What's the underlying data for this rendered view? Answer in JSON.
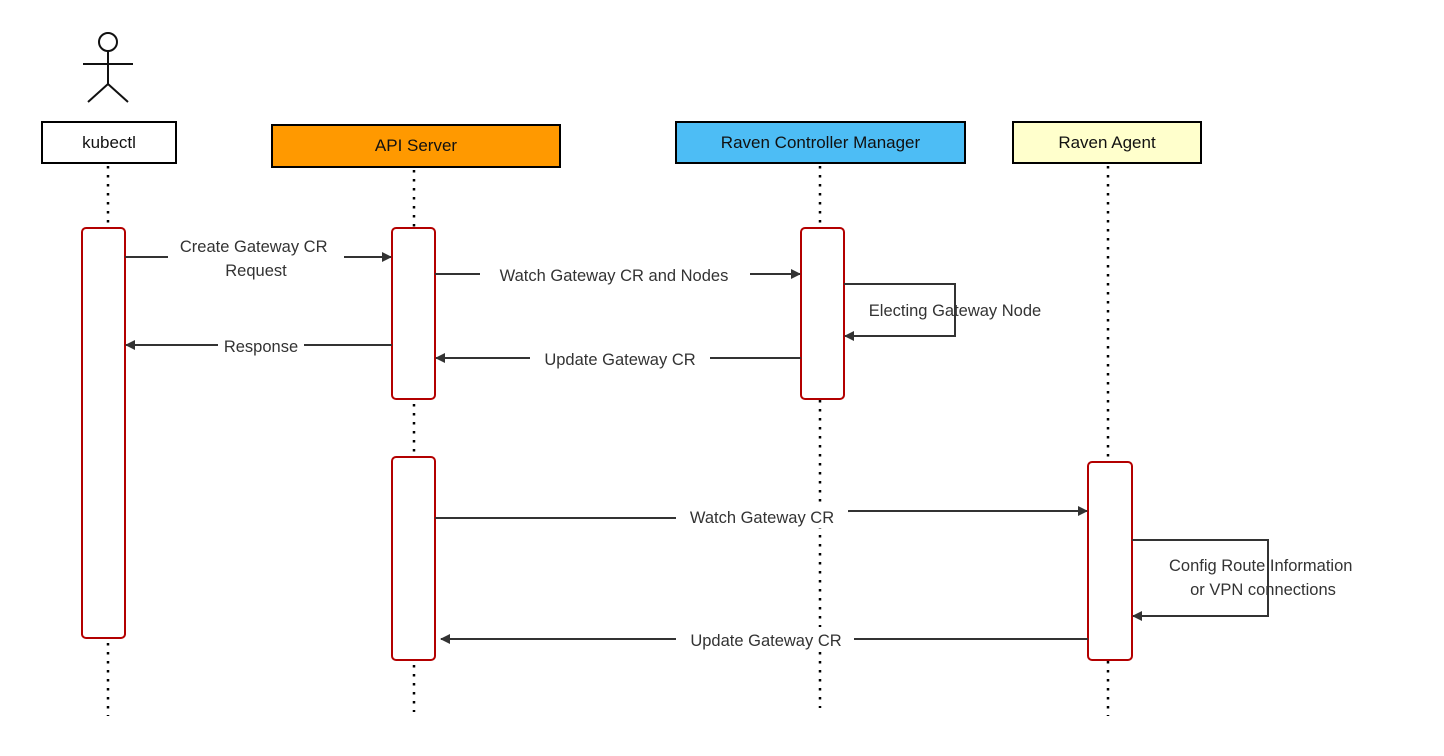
{
  "actor": {
    "icon": "stick-figure-icon"
  },
  "participants": [
    {
      "id": "kubectl",
      "label": "kubectl",
      "color": "#ffffff"
    },
    {
      "id": "api-server",
      "label": "API Server",
      "color": "#ff9900"
    },
    {
      "id": "raven-controller-manager",
      "label": "Raven Controller Manager",
      "color": "#4dbdf5"
    },
    {
      "id": "raven-agent",
      "label": "Raven Agent",
      "color": "#ffffcc"
    }
  ],
  "messages": {
    "create_request": {
      "lines": [
        "Create Gateway CR",
        "Request"
      ]
    },
    "watch_cr_nodes": {
      "lines": [
        "Watch Gateway CR and Nodes"
      ]
    },
    "electing": {
      "lines": [
        "Electing Gateway Node"
      ]
    },
    "response": {
      "lines": [
        "Response"
      ]
    },
    "update_cr_1": {
      "lines": [
        "Update Gateway CR"
      ]
    },
    "watch_cr": {
      "lines": [
        "Watch Gateway CR"
      ]
    },
    "config_route": {
      "lines": [
        "Config Route Information",
        "or VPN connections"
      ]
    },
    "update_cr_2": {
      "lines": [
        "Update Gateway CR"
      ]
    }
  },
  "colors": {
    "activation_border": "#b30000",
    "arrow": "#333333",
    "lifeline": "#000000"
  }
}
